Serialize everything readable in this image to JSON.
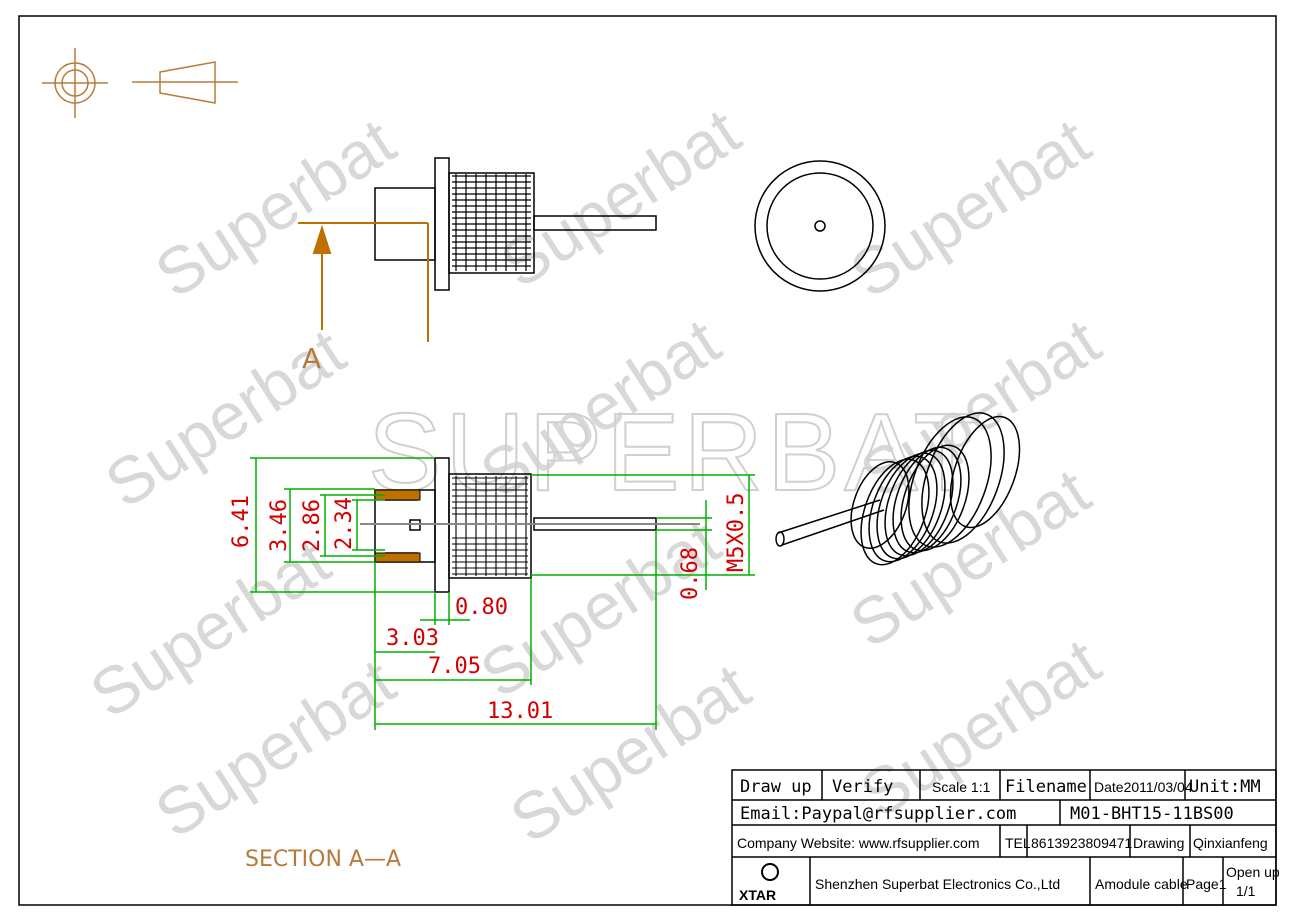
{
  "watermark": {
    "small": "Superbat",
    "big": "SUPERBAT"
  },
  "section_marker": "A",
  "section_label": "SECTION  A—A",
  "dimensions": {
    "d641": "6.41",
    "d346": "3.46",
    "d286": "2.86",
    "d234": "2.34",
    "d080": "0.80",
    "d303": "3.03",
    "d705": "7.05",
    "d1301": "13.01",
    "d068": "0.68",
    "thread": "M5X0.5"
  },
  "title_block": {
    "draw_up": "Draw up",
    "verify": "Verify",
    "scale": "Scale 1:1",
    "filename": "Filename",
    "date": "Date2011/03/04",
    "unit": "Unit:MM",
    "email": "Email:Paypal@rfsupplier.com",
    "part_no": "M01-BHT15-11BS00",
    "website": "Company Website:  www.rfsupplier.com",
    "tel_label": "TEL",
    "tel": "8613923809471",
    "drawing": "Drawing",
    "drawer": "Qinxianfeng",
    "logo_text": "XTAR",
    "company": "Shenzhen Superbat Electronics Co.,Ltd",
    "module": "Amodule cable",
    "page": "Page1",
    "open_up": "Open up",
    "sheet": "1/1"
  },
  "colors": {
    "outline": "#000000",
    "dimension": "#d40000",
    "leader": "#00b000",
    "section": "#c07000",
    "watermark": "#d8d8d8"
  }
}
